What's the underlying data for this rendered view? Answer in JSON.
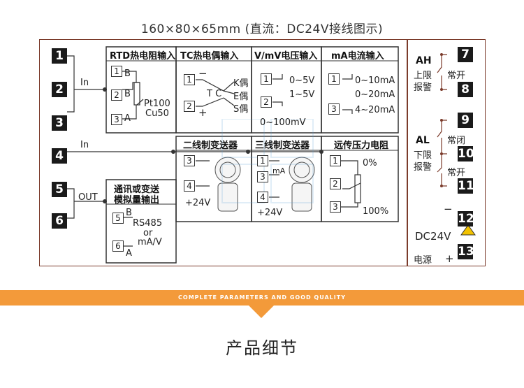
{
  "title": "160×80×65mm (直流：DC24V接线图示)",
  "terminals_left": [
    "1",
    "2",
    "3",
    "4",
    "5",
    "6"
  ],
  "terminals_right": [
    "7",
    "8",
    "9",
    "10",
    "11",
    "12",
    "13"
  ],
  "labels": {
    "in1": "In",
    "in2": "In",
    "out": "OUT"
  },
  "rtd": {
    "header": "RTD热电阻输入",
    "pins": [
      "1",
      "2",
      "3"
    ],
    "pin_letters": [
      "B",
      "B",
      "A"
    ],
    "sensor1": "Pt100",
    "sensor2": "Cu50"
  },
  "tc": {
    "header": "TC热电偶输入",
    "pins": [
      "1",
      "2"
    ],
    "center": "T C",
    "types": [
      "K偶",
      "E偶",
      "S偶"
    ],
    "minus": "−",
    "plus": "+"
  },
  "mv": {
    "header": "V/mV电压输入",
    "pins": [
      "1",
      "2"
    ],
    "ranges": [
      "0~5V",
      "1~5V",
      "0~100mV"
    ]
  },
  "ma": {
    "header": "mA电流输入",
    "pins": [
      "1",
      "3"
    ],
    "ranges": [
      "0~10mA",
      "0~20mA",
      "4~20mA"
    ]
  },
  "two_wire": {
    "header": "二线制变送器",
    "pins": [
      "3",
      "4"
    ],
    "supply": "+24V"
  },
  "three_wire": {
    "header": "三线制变送器",
    "pins": [
      "1",
      "3",
      "4"
    ],
    "mid": "mA",
    "supply": "+24V"
  },
  "remote": {
    "header": "远传压力电阻",
    "pins": [
      "1",
      "2",
      "3"
    ],
    "p0": "0%",
    "p100": "100%"
  },
  "comm": {
    "header1": "通讯或变送",
    "header2": "模拟量输出",
    "pins": [
      "5",
      "6"
    ],
    "b_label": "B",
    "a_label": "A",
    "rs485": "RS485",
    "or": "or",
    "mav": "mA/V"
  },
  "right": {
    "ah": "AH",
    "ah_sub1": "上限",
    "ah_sub2": "报警",
    "ah_no": "常开",
    "al": "AL",
    "al_sub1": "下限",
    "al_sub2": "报警",
    "al_nc": "常闭",
    "al_no": "常开",
    "dc": "DC24V",
    "power": "电源",
    "minus": "−",
    "plus": "+"
  },
  "band_text": "COMPLETE PARAMETERS AND GOOD QUALITY",
  "section_title": "产品细节",
  "colors": {
    "frame": "#7b3b2b",
    "band": "#f39a3a",
    "alarm_line": "#7b3b2b"
  }
}
